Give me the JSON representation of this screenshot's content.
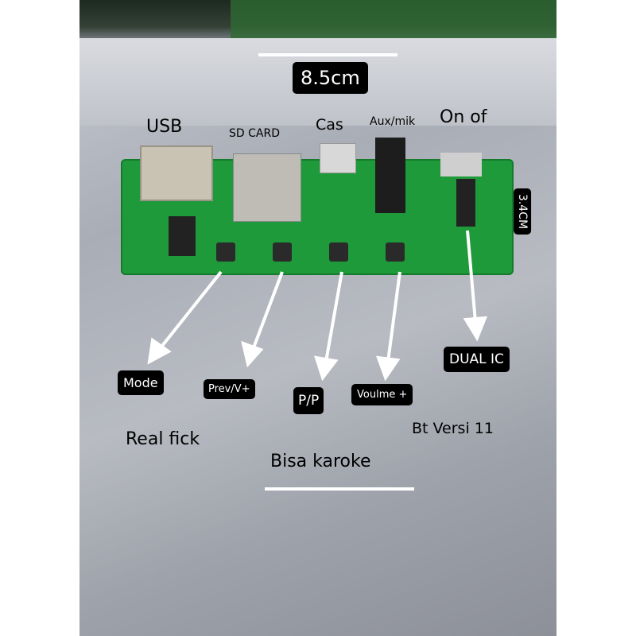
{
  "dimensions": {
    "width": "8.5cm",
    "height": "3.4CM"
  },
  "ports": {
    "usb": "USB",
    "sd_card": "SD CARD",
    "charge": "Cas",
    "aux": "Aux/mik",
    "switch": "On of"
  },
  "buttons": {
    "mode": "Mode",
    "prev": "Prev/V+",
    "play_pause": "P/P",
    "volume": "Voulme +"
  },
  "chip": "DUAL IC",
  "notes": {
    "real": "Real fick",
    "bt": "Bt Versi 11",
    "karaoke": "Bisa karoke"
  }
}
